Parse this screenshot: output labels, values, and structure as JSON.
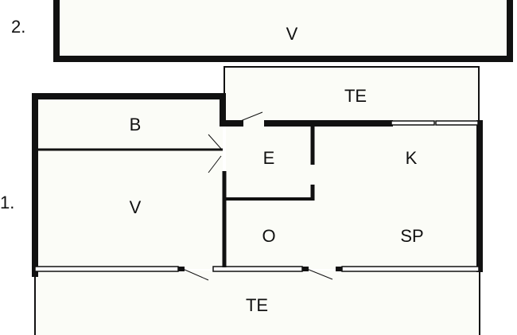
{
  "colors": {
    "wall": "#111111",
    "room_fill": "#fbfcf7",
    "background": "#ffffff"
  },
  "floors": [
    {
      "label": "2."
    },
    {
      "label": "1."
    }
  ],
  "rooms": {
    "upper_v": "V",
    "te_top": "TE",
    "b": "B",
    "v": "V",
    "e": "E",
    "k": "K",
    "o": "O",
    "sp": "SP",
    "te_bottom": "TE"
  }
}
